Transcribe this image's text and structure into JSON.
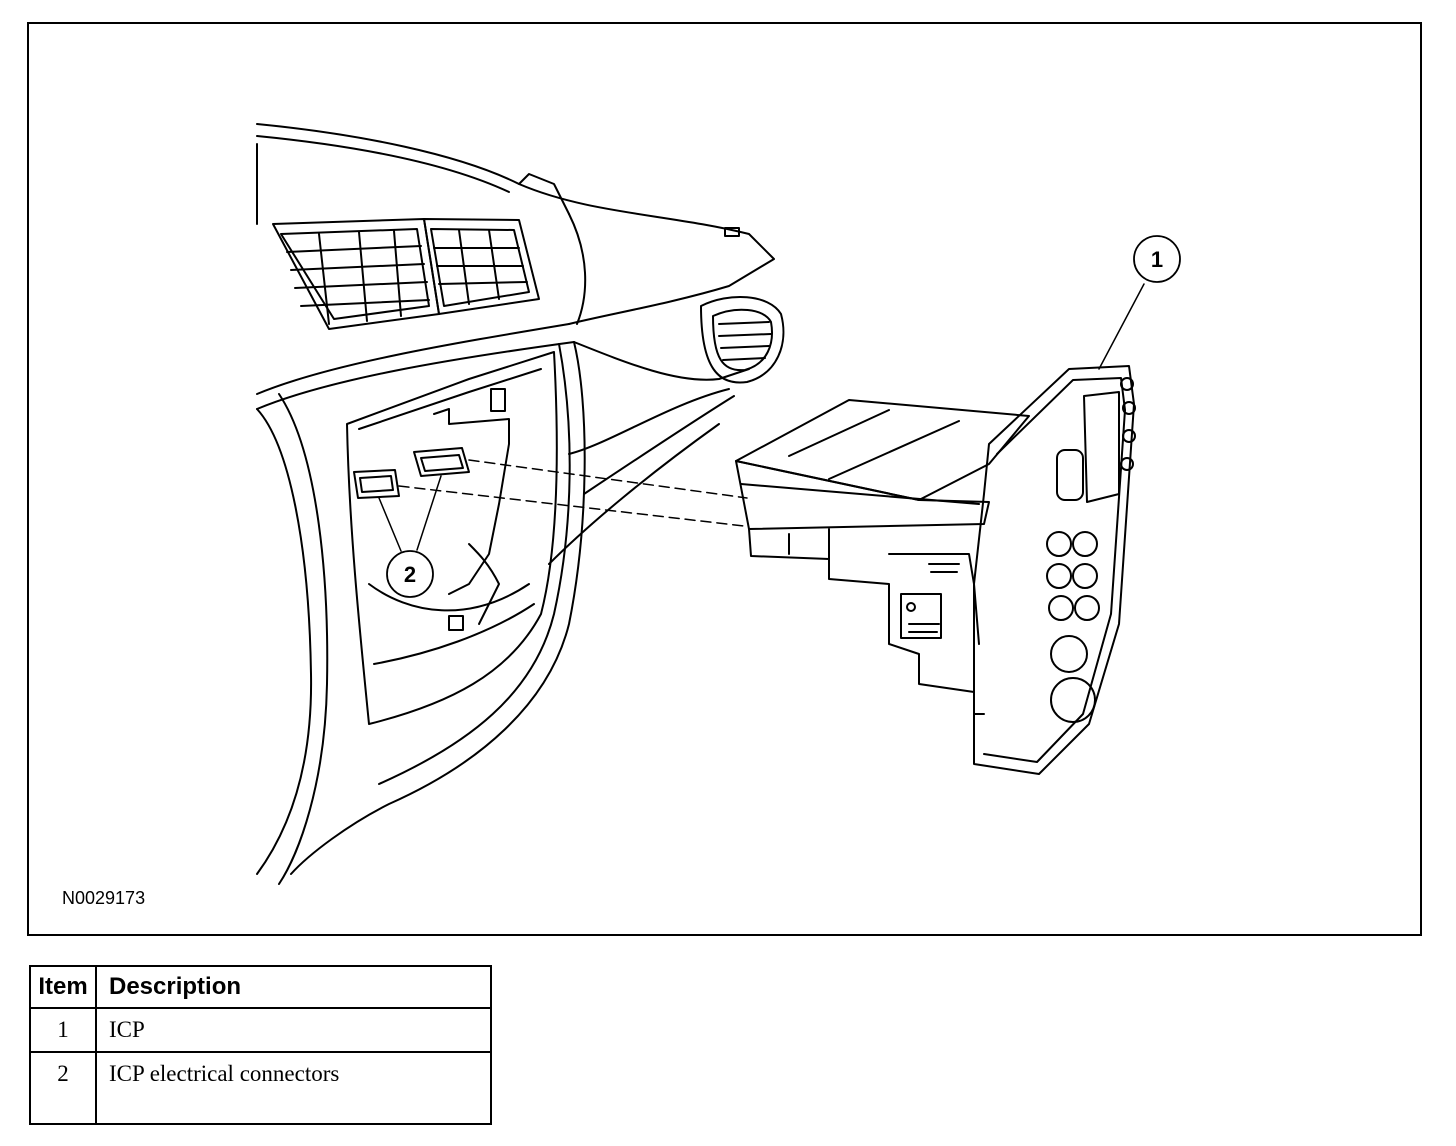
{
  "figure": {
    "figure_id": "N0029173",
    "callouts": [
      {
        "number": "1",
        "target": "ICP"
      },
      {
        "number": "2",
        "target": "ICP electrical connectors"
      }
    ]
  },
  "legend_table": {
    "headers": {
      "item": "Item",
      "description": "Description"
    },
    "rows": [
      {
        "item": "1",
        "description": "ICP"
      },
      {
        "item": "2",
        "description": "ICP electrical connectors"
      }
    ]
  }
}
